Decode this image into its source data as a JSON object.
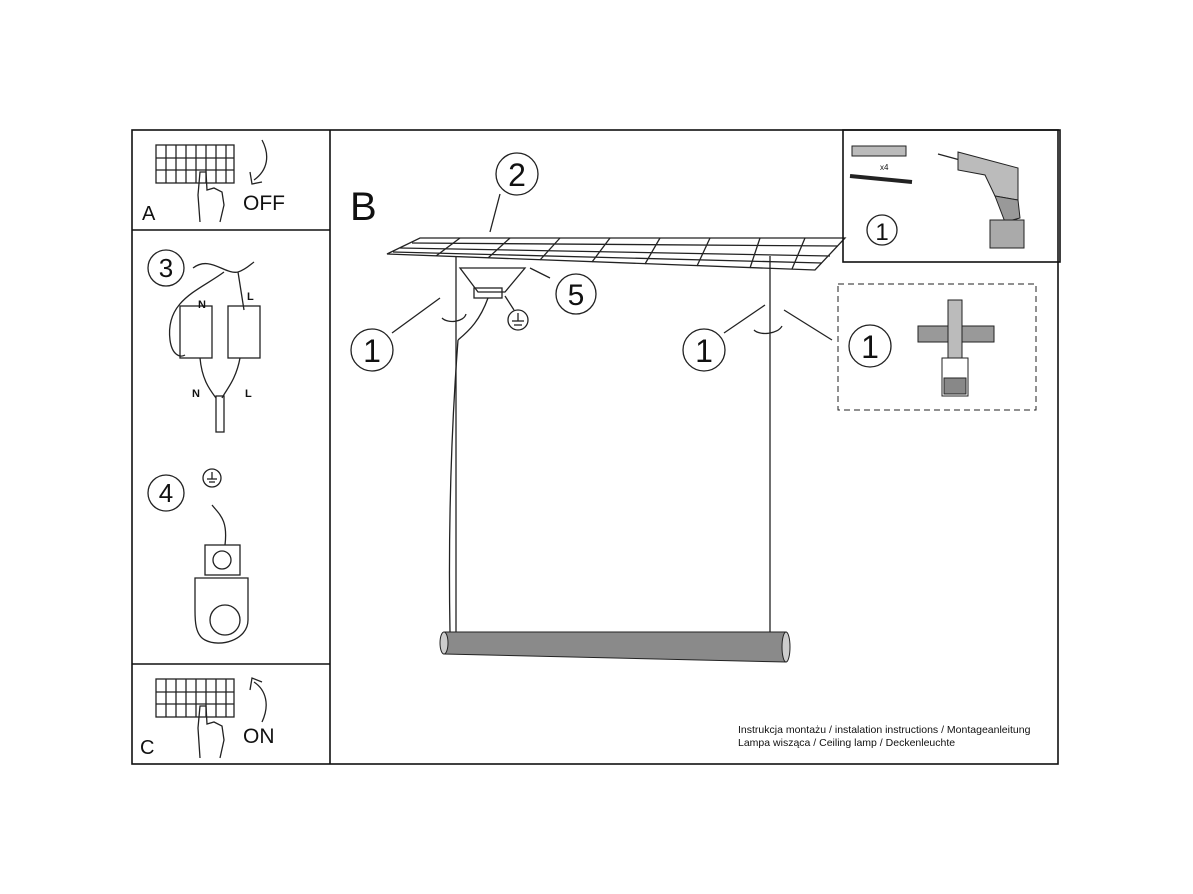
{
  "steps": {
    "a": {
      "letter": "A",
      "text": "OFF"
    },
    "b": {
      "letter": "B"
    },
    "c": {
      "letter": "C",
      "text": "ON"
    },
    "three": {
      "number": "3",
      "n_top": "N",
      "l_top": "L",
      "n_bottom": "N",
      "l_bottom": "L"
    },
    "four": {
      "number": "4"
    }
  },
  "callouts": {
    "ceiling": "2",
    "canopy": "5",
    "left_suspension": "1",
    "right_suspension": "1",
    "detail": "1",
    "kit": "1",
    "kit_qty": "x4"
  },
  "footer": {
    "line1": "Instrukcja montażu / instalation instructions / Montageanleitung",
    "line2": "Lampa wisząca / Ceiling lamp / Deckenleuchte"
  }
}
